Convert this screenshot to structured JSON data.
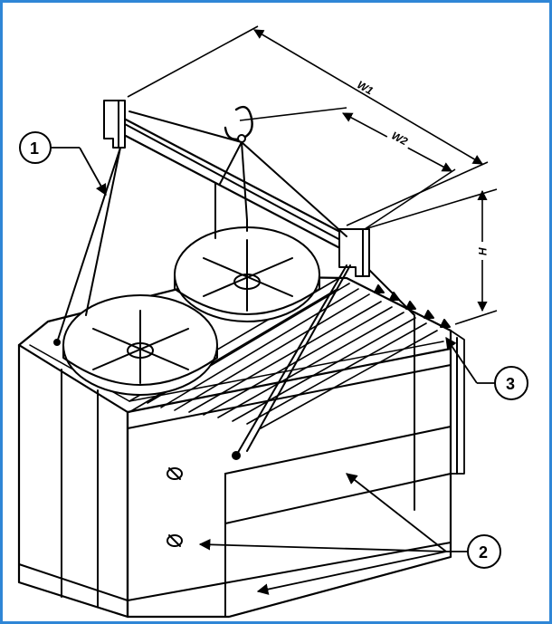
{
  "dimensions": {
    "w1": "W1",
    "w2": "W2",
    "h": "H"
  },
  "callouts": [
    {
      "id": "c1",
      "label": "1"
    },
    {
      "id": "c2",
      "label": "2"
    },
    {
      "id": "c3",
      "label": "3"
    }
  ],
  "colors": {
    "frame": "#2f86d6",
    "ink": "#000000"
  }
}
